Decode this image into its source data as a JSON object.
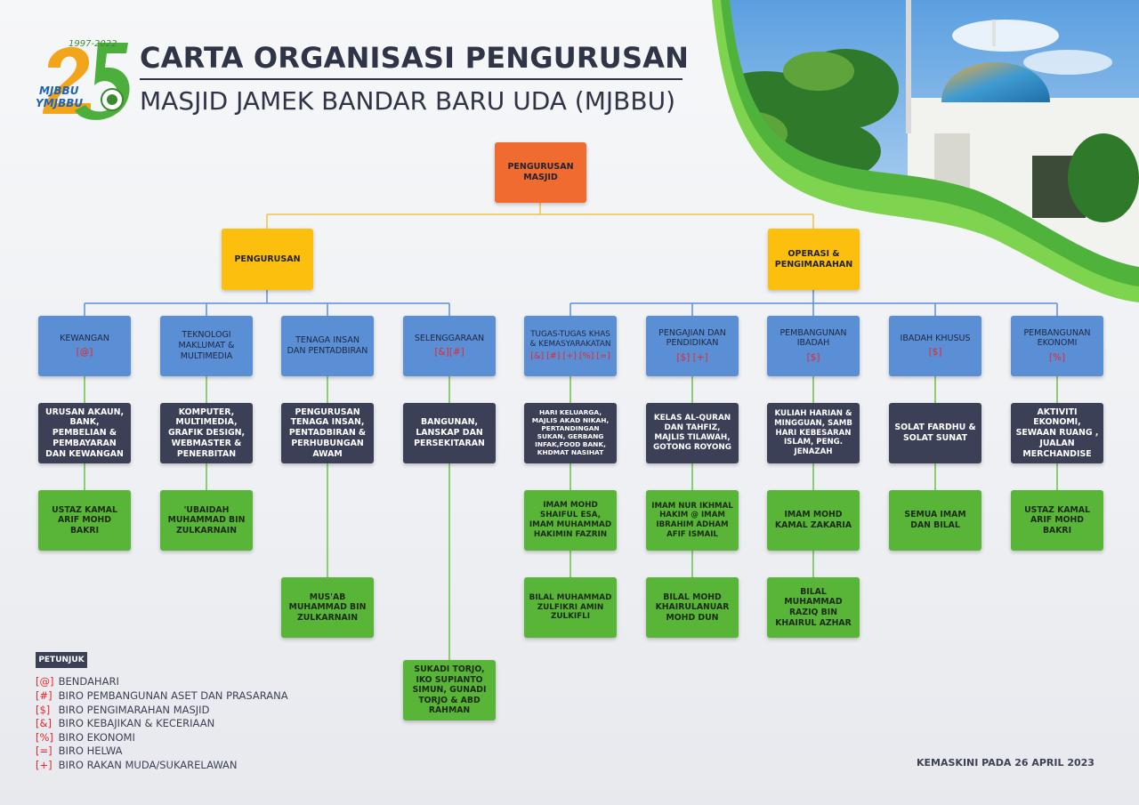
{
  "header": {
    "title_line1": "CARTA ORGANISASI PENGURUSAN",
    "title_line2": "MASJID JAMEK BANDAR BARU UDA (MJBBU)"
  },
  "logo": {
    "numeral": "25",
    "years": "1997-2022",
    "text_line1": "MJBBU",
    "text_line2": "YMJBBU"
  },
  "colors": {
    "root": "#f06b2f",
    "level1": "#fdbf0d",
    "department": "#5a8fd6",
    "scope": "#3b4057",
    "person": "#58b538",
    "code": "#e8262a",
    "line_yellow": "#f0c24a",
    "line_blue": "#5a8fd6",
    "line_green": "#6cc04a"
  },
  "chart": {
    "root": {
      "label": "PENGURUSAN MASJID"
    },
    "level1": [
      {
        "label": "PENGURUSAN"
      },
      {
        "label": "OPERASI & PENGIMARAHAN"
      }
    ],
    "departments": [
      {
        "label": "KEWANGAN",
        "code": "[@]",
        "scope": "URUSAN AKAUN, BANK, PEMBELIAN & PEMBAYARAN DAN KEWANGAN",
        "people": [
          "USTAZ KAMAL ARIF MOHD BAKRI"
        ]
      },
      {
        "label": "TEKNOLOGI MAKLUMAT & MULTIMEDIA",
        "code": "",
        "scope": "KOMPUTER, MULTIMEDIA, GRAFIK DESIGN, WEBMASTER & PENERBITAN",
        "people": [
          "'UBAIDAH MUHAMMAD BIN ZULKARNAIN"
        ]
      },
      {
        "label": "TENAGA INSAN DAN PENTADBIRAN",
        "code": "",
        "scope": "PENGURUSAN TENAGA INSAN, PENTADBIRAN & PERHUBUNGAN AWAM",
        "people": [
          "MUS'AB MUHAMMAD BIN ZULKARNAIN"
        ]
      },
      {
        "label": "SELENGGARAAN",
        "code": "[&][#]",
        "scope": "BANGUNAN, LANSKAP DAN PERSEKITARAN",
        "people": [
          "SUKADI TORJO, IKO SUPIANTO SIMUN, GUNADI TORJO & ABD RAHMAN"
        ]
      },
      {
        "label": "TUGAS-TUGAS KHAS & KEMASYARAKATAN",
        "code": "[&] [#] [+] [%] [=]",
        "scope": "HARI KELUARGA, MAJLIS AKAD NIKAH, PERTANDINGAN SUKAN, GERBANG INFAK,FOOD BANK, KHDMAT NASIHAT",
        "people": [
          "IMAM MOHD SHAIFUL ESA, IMAM MUHAMMAD HAKIMIN FAZRIN",
          "BILAL MUHAMMAD ZULFIKRI AMIN ZULKIFLI"
        ]
      },
      {
        "label": "PENGAJIAN DAN PENDIDIKAN",
        "code": "[$] [+]",
        "scope": "KELAS AL-QURAN DAN TAHFIZ, MAJLIS TILAWAH, GOTONG ROYONG",
        "people": [
          "IMAM NUR IKHMAL HAKIM @ IMAM IBRAHIM ADHAM AFIF ISMAIL",
          "BILAL MOHD KHAIRULANUAR MOHD DUN"
        ]
      },
      {
        "label": "PEMBANGUNAN IBADAH",
        "code": "[$]",
        "scope": "KULIAH HARIAN & MINGGUAN, SAMB HARI KEBESARAN ISLAM, PENG. JENAZAH",
        "people": [
          "IMAM MOHD KAMAL ZAKARIA",
          "BILAL MUHAMMAD RAZIQ BIN KHAIRUL AZHAR"
        ]
      },
      {
        "label": "IBADAH KHUSUS",
        "code": "[$]",
        "scope": "SOLAT FARDHU & SOLAT SUNAT",
        "people": [
          "SEMUA IMAM DAN BILAL"
        ]
      },
      {
        "label": "PEMBANGUNAN EKONOMI",
        "code": "[%]",
        "scope": "AKTIVITI EKONOMI, SEWAAN RUANG , JUALAN MERCHANDISE",
        "people": [
          "USTAZ KAMAL ARIF MOHD BAKRI"
        ]
      }
    ]
  },
  "legend": {
    "title": "PETUNJUK",
    "items": [
      {
        "code": "[@]",
        "label": "BENDAHARI"
      },
      {
        "code": "[#]",
        "label": "BIRO PEMBANGUNAN ASET DAN PRASARANA"
      },
      {
        "code": "[$]",
        "label": "BIRO PENGIMARAHAN MASJID"
      },
      {
        "code": "[&]",
        "label": "BIRO KEBAJIKAN & KECERIAAN"
      },
      {
        "code": "[%]",
        "label": "BIRO EKONOMI"
      },
      {
        "code": "[=]",
        "label": "BIRO HELWA"
      },
      {
        "code": "[+]",
        "label": "BIRO RAKAN MUDA/SUKARELAWAN"
      }
    ]
  },
  "footer": {
    "updated": "KEMASKINI PADA 26 APRIL 2023"
  }
}
